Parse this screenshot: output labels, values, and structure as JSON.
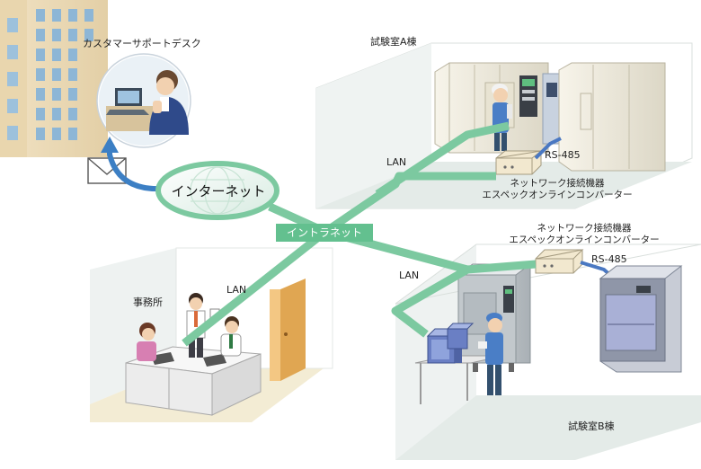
{
  "labels": {
    "customer_support": "カスタマーサポートデスク",
    "lab_a": "試験室A棟",
    "lab_b": "試験室B棟",
    "office": "事務所",
    "internet": "インターネット",
    "intranet": "イントラネット",
    "lan_a": "LAN",
    "lan_b": "LAN",
    "lan_office": "LAN",
    "rs485_a": "RS-485",
    "rs485_b": "RS-485",
    "converter_a_line1": "ネットワーク接続機器",
    "converter_a_line2": "エスペックオンラインコンバーター",
    "converter_b_line1": "ネットワーク接続機器",
    "converter_b_line2": "エスペックオンラインコンバーター"
  },
  "colors": {
    "network": "#7cc9a0",
    "network_dark": "#4fae7e",
    "rs485": "#4a78c2",
    "arrow": "#3c7fc4",
    "room_floor": "#e6ecea",
    "room_wall": "#eef2f1",
    "office_floor": "#f3ecd4"
  }
}
